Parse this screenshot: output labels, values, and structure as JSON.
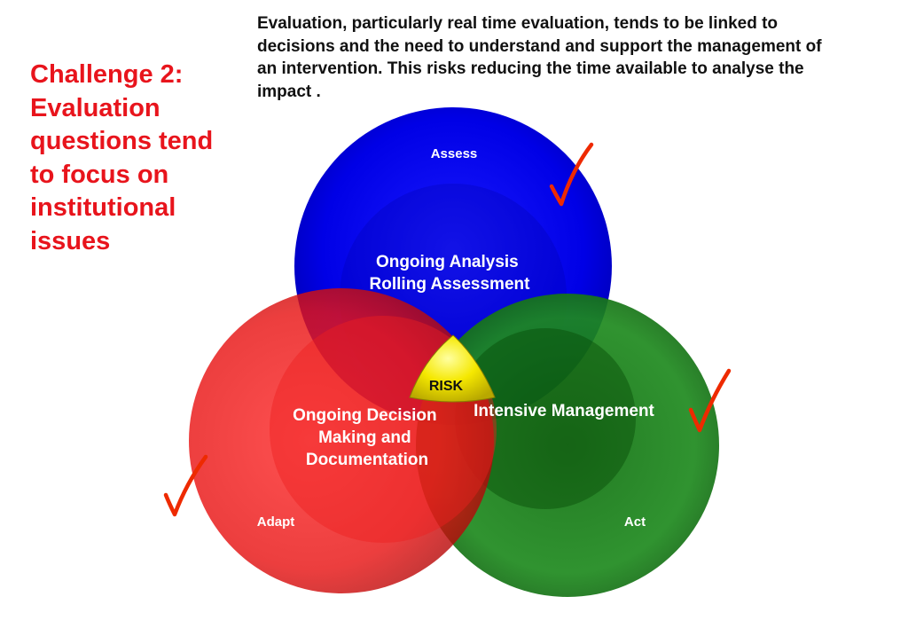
{
  "intro_text": "Evaluation, particularly real time evaluation, tends to be linked to decisions and the need to understand and support the management of an intervention. This risks reducing the time available to analyse the impact .",
  "challenge": {
    "text": "Challenge 2: Evaluation questions tend to focus on institutional issues",
    "color": "#e8141c"
  },
  "venn": {
    "circles": [
      {
        "id": "assess",
        "outer_label": "Assess",
        "inner_lines": [
          "Ongoing Analysis",
          "Rolling Assessment"
        ],
        "color": "#0000dd"
      },
      {
        "id": "adapt",
        "outer_label": "Adapt",
        "inner_lines": [
          "Ongoing Decision",
          "Making and",
          "Documentation"
        ],
        "color": "#e0141a"
      },
      {
        "id": "act",
        "outer_label": "Act",
        "inner_lines": [
          "Intensive Management"
        ],
        "color": "#1c8a1c"
      }
    ],
    "center_label": "RISK",
    "center_color": "#f2e600"
  },
  "checkmarks": {
    "count": 3,
    "color": "#ee2a00",
    "glyph": "check-mark"
  }
}
